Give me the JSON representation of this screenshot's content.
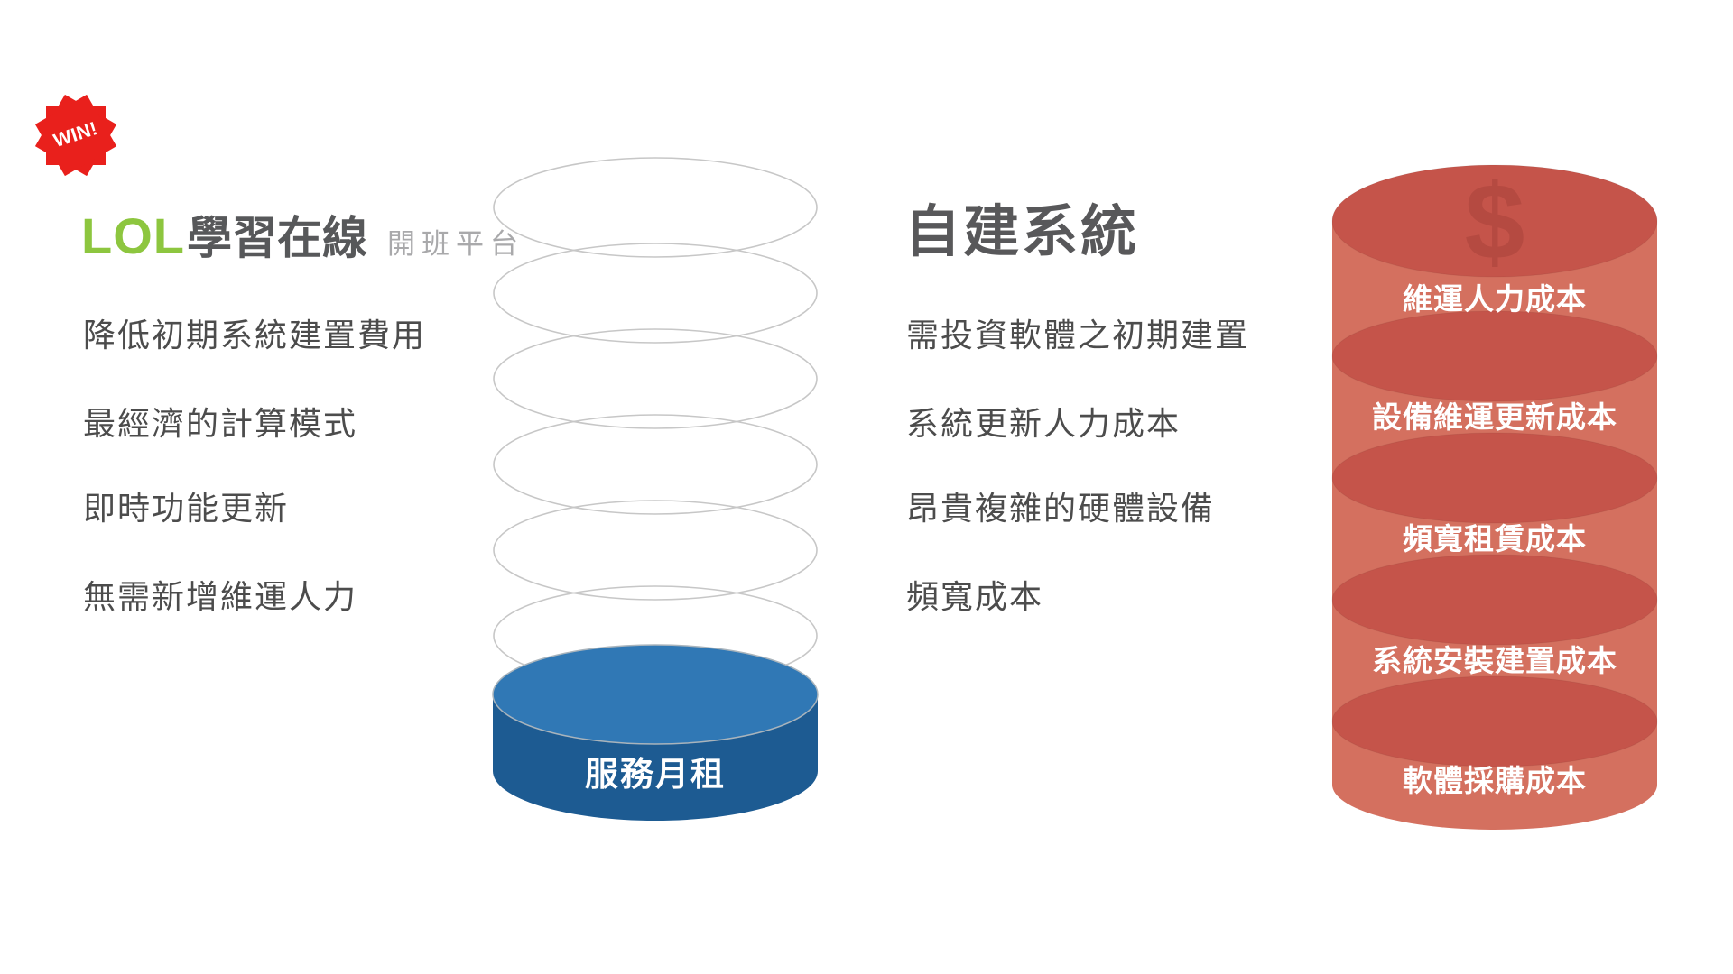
{
  "badge": {
    "label": "WIN!"
  },
  "logo": {
    "name": "LOL",
    "brand": "學習在線",
    "tagline": "開班平台"
  },
  "lol_platform": {
    "features": [
      "降低初期系統建置費用",
      "最經濟的計算模式",
      "即時功能更新",
      "無需新增維運人力"
    ],
    "cylinder_label": "服務月租"
  },
  "self_built": {
    "title": "自建系統",
    "drawbacks": [
      "需投資軟體之初期建置",
      "系統更新人力成本",
      "昂貴複雜的硬體設備",
      "頻寬成本"
    ],
    "cost_stack": [
      "維運人力成本",
      "設備維運更新成本",
      "頻寬租賃成本",
      "系統安裝建置成本",
      "軟體採購成本"
    ],
    "dollar_sign": "$"
  },
  "colors": {
    "win_red": "#e9201c",
    "logo_green": "#8dc63f",
    "text_gray": "#4c4c4c",
    "title_gray": "#58585a",
    "wire_gray": "#c7c7c7",
    "blue_top": "#3078b5",
    "blue_side": "#1d5b92",
    "red_top": "#c5544a",
    "red_side": "#d4705f"
  }
}
